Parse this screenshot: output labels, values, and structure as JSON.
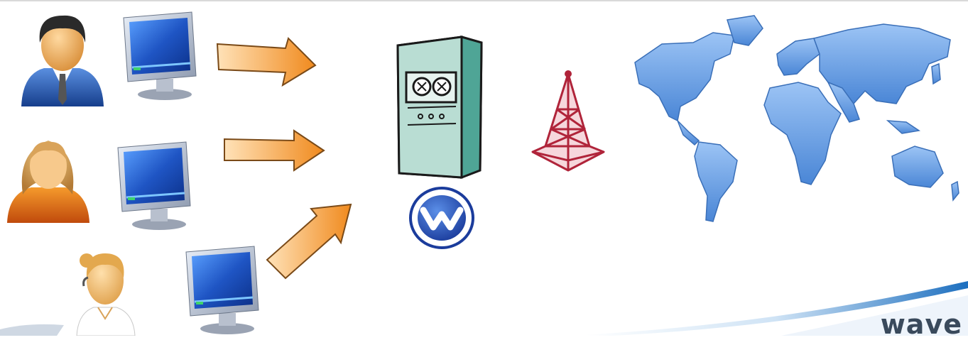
{
  "diagram": {
    "users": [
      {
        "name": "businessman",
        "icon": "businessman-icon"
      },
      {
        "name": "woman",
        "icon": "woman-icon"
      },
      {
        "name": "operator",
        "icon": "operator-icon"
      }
    ],
    "server_logo_letter": "W",
    "brand_text": "wave",
    "colors": {
      "arrow_fill": "#f7a94a",
      "arrow_stroke": "#7a4a18",
      "monitor_screen": "#2a63c9",
      "server_body": "#b9ddd3",
      "tower": "#b0243a",
      "map": "#6ea4e6",
      "brand_swoosh": "#1d6fbf"
    }
  }
}
